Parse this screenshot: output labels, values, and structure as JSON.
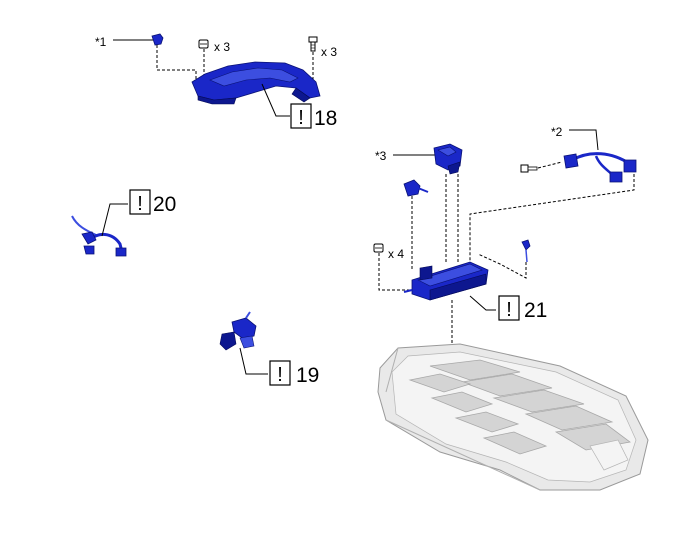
{
  "callouts": {
    "ref1": "*1",
    "ref2": "*2",
    "ref3": "*3"
  },
  "quantities": {
    "nut_top": "x 3",
    "bolt_top": "x 3",
    "nut_mid": "x 4"
  },
  "procedure_refs": {
    "r18": {
      "icon": "!",
      "number": "18"
    },
    "r19": {
      "icon": "!",
      "number": "19"
    },
    "r20": {
      "icon": "!",
      "number": "20"
    },
    "r21": {
      "icon": "!",
      "number": "21"
    }
  },
  "colors": {
    "part": "#1a27c8",
    "tray": "#e9e9e9"
  }
}
